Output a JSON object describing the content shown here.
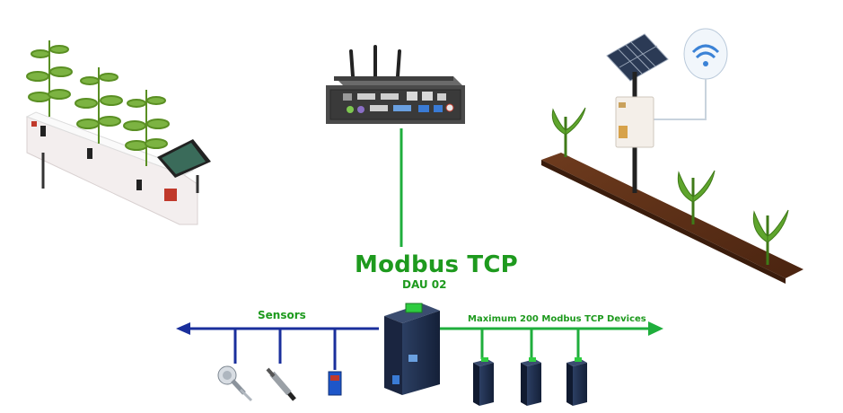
{
  "diagram": {
    "title": "Modbus TCP",
    "subtitle": "DAU 02",
    "left_bus_label": "Sensors",
    "right_bus_label": "Maximum 200 Modbus TCP Devices"
  },
  "colors": {
    "green_line": "#1fae3c",
    "blue_line": "#1a2f9c",
    "label_green": "#1e9a1e",
    "device_body": "#1f2d48"
  },
  "icons": [
    "industrial-pc-icon",
    "greenhouse-planter-icon",
    "solar-weather-station-icon",
    "dau02-gateway-icon",
    "modbus-device-icon",
    "sensor-icon"
  ]
}
